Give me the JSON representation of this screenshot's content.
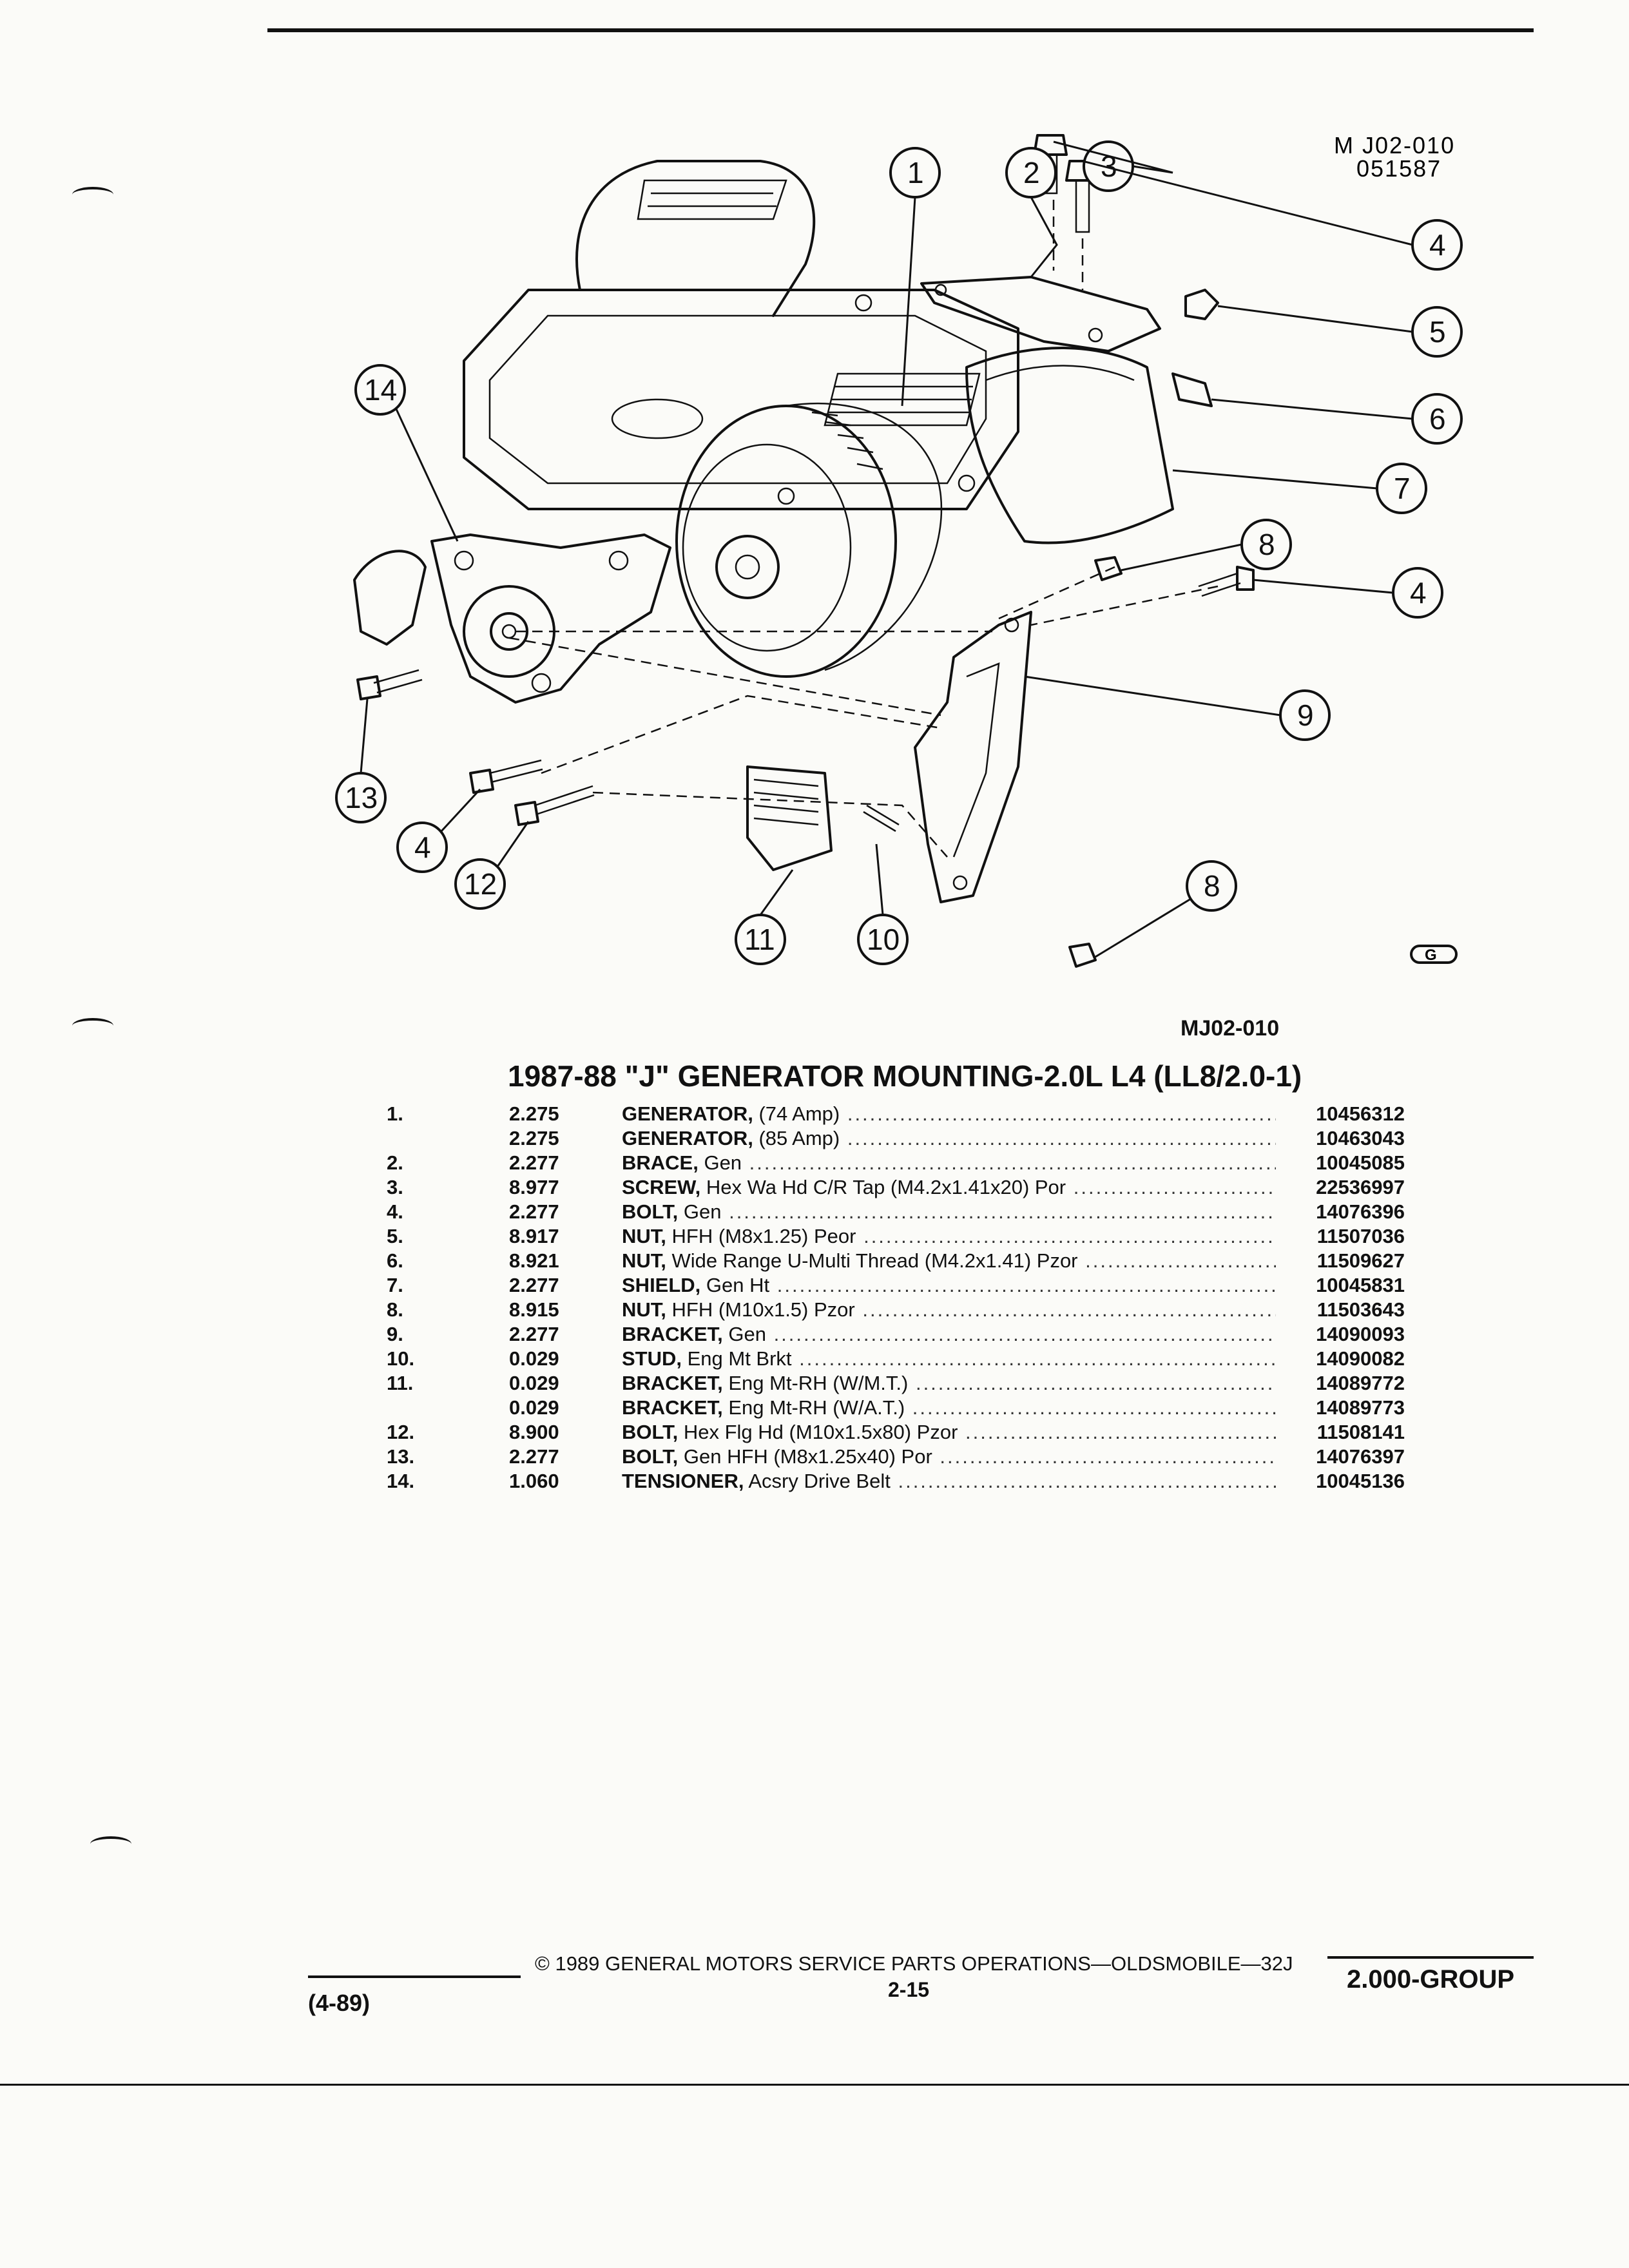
{
  "figure": {
    "code_top": "M J02-010",
    "date_code": "051587",
    "code_bottom": "MJ02-010",
    "callouts": [
      "1",
      "2",
      "3",
      "4",
      "4",
      "4",
      "5",
      "6",
      "7",
      "8",
      "8",
      "9",
      "10",
      "11",
      "12",
      "13",
      "14"
    ]
  },
  "section_title": "1987-88 \"J\" GENERATOR MOUNTING-2.0L L4 (LL8/2.0-1)",
  "parts": [
    {
      "num": "1.",
      "group": "2.275",
      "name": "GENERATOR,",
      "desc": " (74 Amp)",
      "part_no": "10456312"
    },
    {
      "num": "",
      "group": "2.275",
      "name": "GENERATOR,",
      "desc": " (85 Amp)",
      "part_no": "10463043"
    },
    {
      "num": "2.",
      "group": "2.277",
      "name": "BRACE,",
      "desc": " Gen",
      "part_no": "10045085"
    },
    {
      "num": "3.",
      "group": "8.977",
      "name": "SCREW,",
      "desc": " Hex Wa Hd C/R Tap (M4.2x1.41x20) Por",
      "part_no": "22536997"
    },
    {
      "num": "4.",
      "group": "2.277",
      "name": "BOLT,",
      "desc": " Gen",
      "part_no": "14076396"
    },
    {
      "num": "5.",
      "group": "8.917",
      "name": "NUT,",
      "desc": " HFH (M8x1.25) Peor",
      "part_no": "11507036"
    },
    {
      "num": "6.",
      "group": "8.921",
      "name": "NUT,",
      "desc": " Wide Range U-Multi Thread (M4.2x1.41) Pzor",
      "part_no": "11509627"
    },
    {
      "num": "7.",
      "group": "2.277",
      "name": "SHIELD,",
      "desc": " Gen Ht",
      "part_no": "10045831"
    },
    {
      "num": "8.",
      "group": "8.915",
      "name": "NUT,",
      "desc": " HFH (M10x1.5) Pzor",
      "part_no": "11503643"
    },
    {
      "num": "9.",
      "group": "2.277",
      "name": "BRACKET,",
      "desc": " Gen",
      "part_no": "14090093"
    },
    {
      "num": "10.",
      "group": "0.029",
      "name": "STUD,",
      "desc": " Eng Mt Brkt",
      "part_no": "14090082"
    },
    {
      "num": "11.",
      "group": "0.029",
      "name": "BRACKET,",
      "desc": " Eng Mt-RH (W/M.T.)",
      "part_no": "14089772"
    },
    {
      "num": "",
      "group": "0.029",
      "name": "BRACKET,",
      "desc": " Eng Mt-RH (W/A.T.)",
      "part_no": "14089773"
    },
    {
      "num": "12.",
      "group": "8.900",
      "name": "BOLT,",
      "desc": " Hex Flg Hd (M10x1.5x80) Pzor",
      "part_no": "11508141"
    },
    {
      "num": "13.",
      "group": "2.277",
      "name": "BOLT,",
      "desc": " Gen HFH (M8x1.25x40) Por",
      "part_no": "14076397"
    },
    {
      "num": "14.",
      "group": "1.060",
      "name": "TENSIONER,",
      "desc": " Acsry Drive Belt",
      "part_no": "10045136"
    }
  ],
  "footer": {
    "date": "(4-89)",
    "copyright": "© 1989 GENERAL MOTORS SERVICE PARTS OPERATIONS—OLDSMOBILE—32J",
    "page": "2-15",
    "group": "2.000-GROUP"
  }
}
